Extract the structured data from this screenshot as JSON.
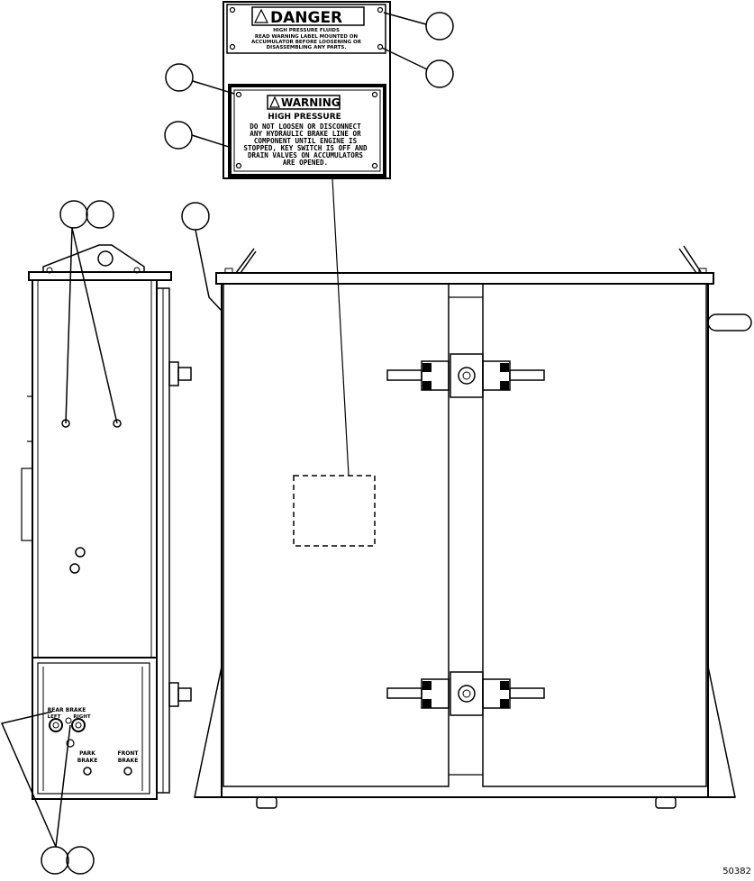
{
  "danger_decal": {
    "title": "DANGER",
    "subtitle": "HIGH PRESSURE FLUIDS",
    "lines": [
      "READ WARNING LABEL MOUNTED ON",
      "ACCUMULATOR BEFORE LOOSENING OR",
      "DISASSEMBLING ANY PARTS."
    ]
  },
  "warning_decal": {
    "title": "WARNING",
    "subtitle": "HIGH PRESSURE",
    "lines": [
      "DO NOT LOOSEN OR DISCONNECT",
      "ANY HYDRAULIC BRAKE LINE OR",
      "COMPONENT UNTIL ENGINE IS",
      "STOPPED, KEY SWITCH IS OFF AND",
      "DRAIN VALVES ON ACCUMULATORS",
      "ARE OPENED."
    ]
  },
  "panel_labels": {
    "rear_brake": "REAR BRAKE",
    "left": "LEFT",
    "right": "RIGHT",
    "park_brake": [
      "PARK",
      "BRAKE"
    ],
    "front_brake": [
      "FRONT",
      "BRAKE"
    ]
  },
  "figure_number": "50382"
}
